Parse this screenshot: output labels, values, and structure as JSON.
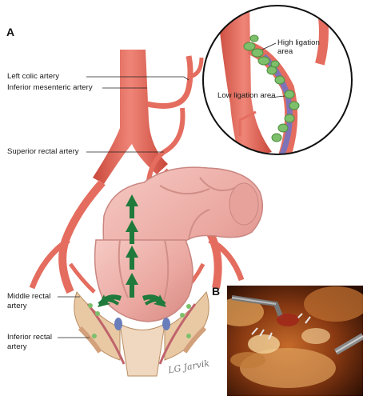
{
  "panels": {
    "a": "A",
    "b": "B"
  },
  "labels": {
    "left_colic_artery": "Left colic artery",
    "inferior_mesenteric_artery": "Inferior mesenteric artery",
    "superior_rectal_artery": "Superior rectal artery",
    "middle_rectal_artery_line1": "Middle rectal",
    "middle_rectal_artery_line2": "artery",
    "inferior_rectal_artery_line1": "Inferior rectal",
    "inferior_rectal_artery_line2": "artery"
  },
  "inset": {
    "high_ligation_line1": "High ligation",
    "high_ligation_line2": "area",
    "low_ligation": "Low ligation area"
  },
  "signature": "LG Jarvik",
  "colors": {
    "artery": "#e46d5f",
    "artery_dark": "#c24a3e",
    "colon": "#eeb3ad",
    "colon_shadow": "#d98f88",
    "node_green": "#7dbf6a",
    "vein_purple": "#7f73b8",
    "arrow_green": "#1f7a3c",
    "photo_bg": "#3a1808"
  }
}
